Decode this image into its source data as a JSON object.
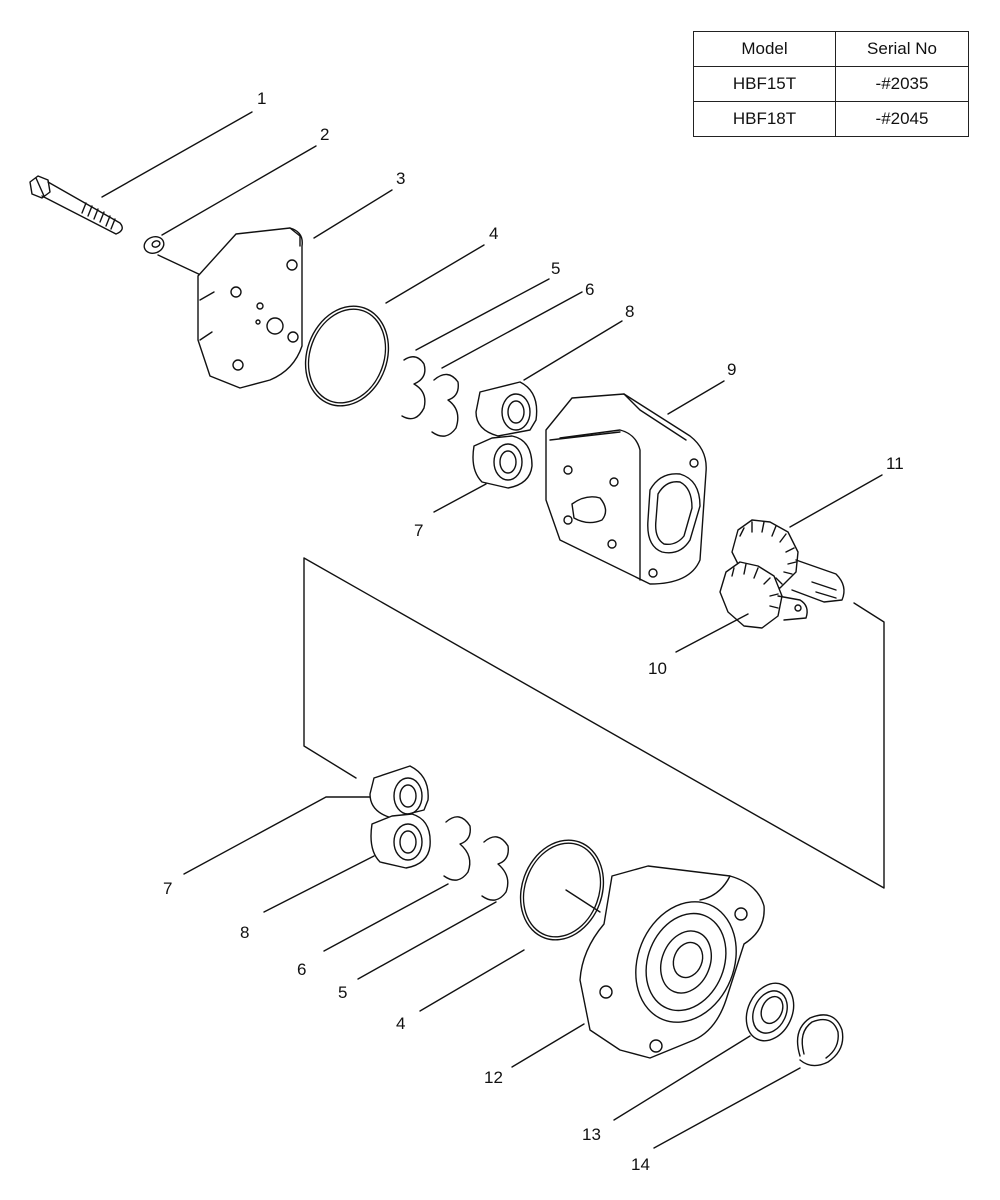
{
  "table": {
    "headers": [
      "Model",
      "Serial No"
    ],
    "rows": [
      [
        "HBF15T",
        "-#2035"
      ],
      [
        "HBF18T",
        "-#2045"
      ]
    ]
  },
  "callouts": {
    "c1": "1",
    "c2": "2",
    "c3": "3",
    "c4a": "4",
    "c5a": "5",
    "c6a": "6",
    "c8a": "8",
    "c9": "9",
    "c7a": "7",
    "c11": "11",
    "c10": "10",
    "c7b": "7",
    "c8b": "8",
    "c6b": "6",
    "c5b": "5",
    "c4b": "4",
    "c12": "12",
    "c13": "13",
    "c14": "14"
  }
}
